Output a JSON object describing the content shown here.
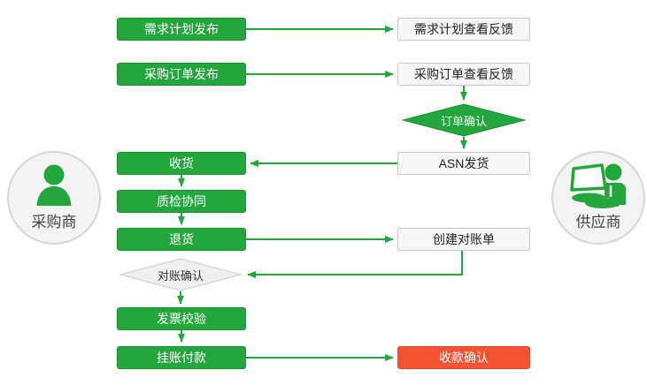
{
  "diagram": {
    "colors": {
      "green": "#23A63B",
      "red": "#F45334",
      "plain_bg": "#f7f7f7",
      "plain_border": "#c6c6c6",
      "decision_plain_bg": "#f0f0f0",
      "actor_bg": "#f4f4f4",
      "text_dark": "#333333"
    },
    "actors": {
      "buyer": {
        "label": "采购商",
        "icon": "person-icon"
      },
      "supplier": {
        "label": "供应商",
        "icon": "person-at-laptop-icon"
      }
    },
    "nodes": {
      "demand_plan_publish": {
        "label": "需求计划发布",
        "type": "process",
        "style": "green",
        "lane": "buyer"
      },
      "demand_plan_feedback": {
        "label": "需求计划查看反馈",
        "type": "process",
        "style": "plain",
        "lane": "supplier"
      },
      "po_publish": {
        "label": "采购订单发布",
        "type": "process",
        "style": "green",
        "lane": "buyer"
      },
      "po_feedback": {
        "label": "采购订单查看反馈",
        "type": "process",
        "style": "plain",
        "lane": "supplier"
      },
      "order_confirm": {
        "label": "订单确认",
        "type": "decision",
        "style": "green",
        "lane": "supplier"
      },
      "asn_ship": {
        "label": "ASN发货",
        "type": "process",
        "style": "plain",
        "lane": "supplier"
      },
      "receive": {
        "label": "收货",
        "type": "process",
        "style": "green",
        "lane": "buyer"
      },
      "quality_check": {
        "label": "质检协同",
        "type": "process",
        "style": "green",
        "lane": "buyer"
      },
      "return_goods": {
        "label": "退货",
        "type": "process",
        "style": "green",
        "lane": "buyer"
      },
      "create_statement": {
        "label": "创建对账单",
        "type": "process",
        "style": "plain",
        "lane": "supplier"
      },
      "statement_confirm": {
        "label": "对账确认",
        "type": "decision",
        "style": "plain",
        "lane": "buyer"
      },
      "invoice_verify": {
        "label": "发票校验",
        "type": "process",
        "style": "green",
        "lane": "buyer"
      },
      "payment": {
        "label": "挂账付款",
        "type": "process",
        "style": "green",
        "lane": "buyer"
      },
      "receipt_confirm": {
        "label": "收款确认",
        "type": "process",
        "style": "red",
        "lane": "supplier"
      }
    },
    "edges": [
      {
        "from": "demand_plan_publish",
        "to": "demand_plan_feedback"
      },
      {
        "from": "po_publish",
        "to": "po_feedback"
      },
      {
        "from": "po_feedback",
        "to": "order_confirm"
      },
      {
        "from": "order_confirm",
        "to": "asn_ship"
      },
      {
        "from": "asn_ship",
        "to": "receive"
      },
      {
        "from": "receive",
        "to": "quality_check"
      },
      {
        "from": "quality_check",
        "to": "return_goods"
      },
      {
        "from": "return_goods",
        "to": "create_statement"
      },
      {
        "from": "create_statement",
        "to": "statement_confirm"
      },
      {
        "from": "statement_confirm",
        "to": "invoice_verify"
      },
      {
        "from": "invoice_verify",
        "to": "payment"
      },
      {
        "from": "payment",
        "to": "receipt_confirm"
      }
    ]
  }
}
